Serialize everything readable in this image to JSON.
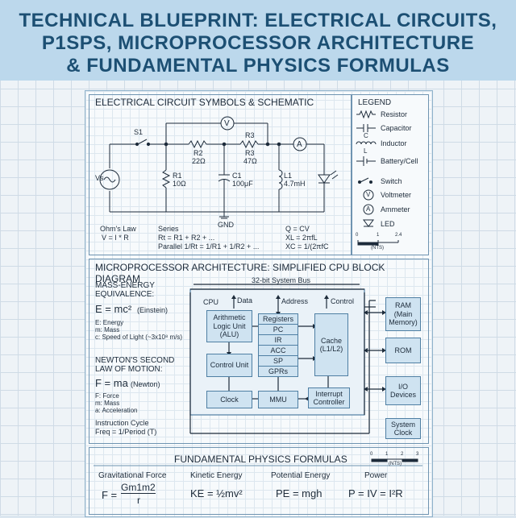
{
  "header": {
    "line1": "TECHNICAL BLUEPRINT: ELECTRICAL CIRCUITS,",
    "line2": "P1SPS, MICROPROCESSOR ARCHITECTURE",
    "line3": "& FUNDAMENTAL PHYSICS FORMULAS"
  },
  "circuit": {
    "title": "ELECTRICAL CIRCUIT SYMBOLS & SCHEMATIC",
    "s1": "S1",
    "vs": "Vs",
    "v_meter": "V",
    "a_meter": "A",
    "r2_name": "R2",
    "r2_val": "22Ω",
    "r3_name": "R3",
    "r3_name2": "R3",
    "r3_val": "47Ω",
    "r1_name": "R1",
    "r1_val": "10Ω",
    "c1_name": "C1",
    "c1_val": "100μF",
    "l1_name": "L1",
    "l1_val": "4.7mH",
    "gnd": "GND",
    "ohm_title": "Ohm's Law",
    "ohm_formula": "V = I * R",
    "series_title": "Series",
    "series_formula": "Rt = R1 + R2 + ...",
    "parallel_formula": "Parallel 1/Rt = 1/R1 + 1/R2 + ...",
    "q_formula": "Q = CV",
    "xl_formula": "XL = 2πfL",
    "xc_formula": "XC = 1/(2πfC"
  },
  "legend": {
    "title": "LEGEND",
    "items": [
      "Resistor",
      "Capacitor",
      "Inductor",
      "Battery/Cell",
      "Switch",
      "Voltmeter",
      "Ammeter",
      "LED"
    ],
    "cap_letter": "C",
    "ind_letter": "L",
    "v_symbol": "V",
    "a_symbol": "A",
    "scale_ticks": [
      "0",
      "1",
      "2.4"
    ],
    "scale_label": "(NTS)"
  },
  "cpu": {
    "title": "MICROPROCESSOR ARCHITECTURE: SIMPLIFIED CPU BLOCK DIAGRAM",
    "bus": "32-bit System Bus",
    "cpu_label": "CPU",
    "data": "Data",
    "address": "Address",
    "control": "Control",
    "alu": "Arithmetic Logic Unit (ALU)",
    "registers": "Registers",
    "pc": "PC",
    "ir": "IR",
    "acc": "ACC",
    "sp": "SP",
    "gprs": "GPRs",
    "cache": "Cache (L1/L2)",
    "control_unit": "Control Unit",
    "clock": "Clock",
    "mmu": "MMU",
    "interrupt": "Interrupt Controller",
    "ram": "RAM (Main Memory)",
    "rom": "ROM",
    "io": "I/O Devices",
    "sysclock": "System Clock"
  },
  "physics_side": {
    "mass_title1": "MASS-ENERGY",
    "mass_title2": "EQUIVALENCE:",
    "emc": "E = mc²",
    "einstein": "(Einstein)",
    "e_def": "E: Energy",
    "m_def": "m: Mass",
    "c_def": "c: Speed of Light (~3x10⁸ m/s)",
    "newton_title1": "NEWTON'S SECOND",
    "newton_title2": "LAW OF MOTION:",
    "fma": "F = ma",
    "newton": "(Newton)",
    "f_def": "F: Force",
    "m2_def": "m: Mass",
    "a_def": "a: Acceleration",
    "cycle_title": "Instruction Cycle",
    "cycle_formula": "Freq = 1/Period (T)"
  },
  "formulas": {
    "title": "FUNDAMENTAL PHYSICS FORMULAS",
    "scale_ticks": [
      "0",
      "1",
      "2",
      "3"
    ],
    "scale_label": "(NTS)",
    "items": [
      {
        "name": "Gravitational Force",
        "lhs": "F =",
        "num": "Gm1m2",
        "den": "r"
      },
      {
        "name": "Kinetic Energy",
        "formula": "KE = ½mv²"
      },
      {
        "name": "Potential Energy",
        "formula": "PE = mgh"
      },
      {
        "name": "Power",
        "formula": "P = IV = I²R"
      }
    ]
  }
}
